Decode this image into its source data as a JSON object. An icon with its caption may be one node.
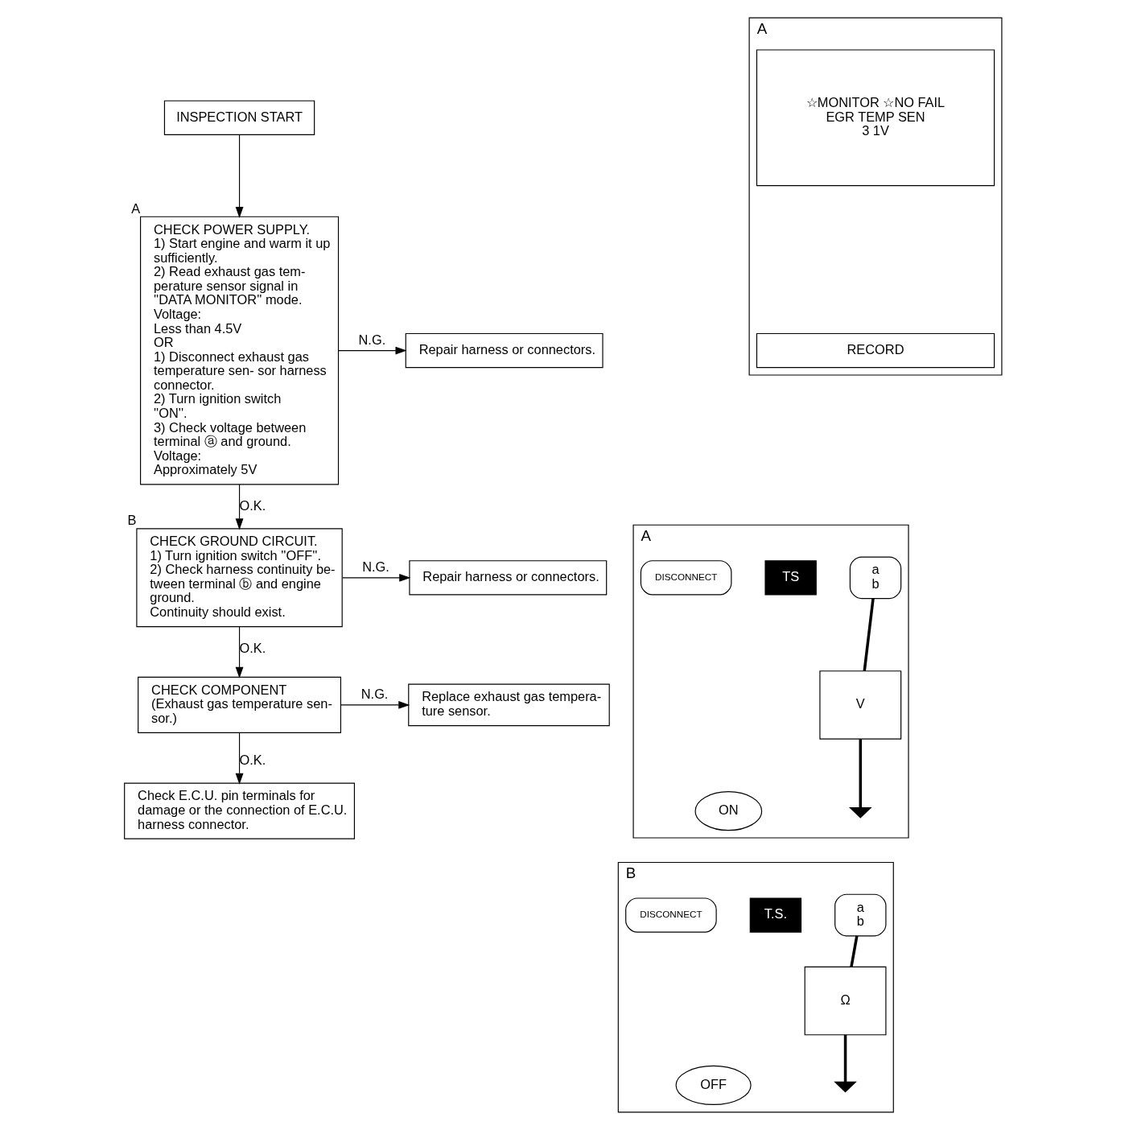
{
  "diagram": {
    "nodes": [
      {
        "text": [
          "INSPECTION START"
        ]
      },
      {
        "text": [
          "CHECK POWER SUPPLY.",
          "1) Start engine and warm it up sufficiently.",
          "2) Read exhaust gas tem- perature sensor signal in ''DATA MONITOR'' mode.",
          "Voltage:",
          "Less than 4.5V",
          "OR",
          "1) Disconnect exhaust gas temperature sen- sor harness connector.",
          "2) Turn ignition switch ''ON''.",
          "3) Check voltage between terminal ⓐ and ground.",
          "Voltage:",
          "Approximately 5V"
        ],
        "beside": [
          "A"
        ]
      },
      {
        "text": [
          "Repair harness or connectors."
        ]
      },
      {
        "text": [
          "CHECK GROUND CIRCUIT.",
          "1) Turn ignition switch ''OFF''.",
          "2) Check harness continuity be- tween terminal ⓑ and engine ground.",
          "Continuity should exist."
        ],
        "beside": [
          "B"
        ]
      },
      {
        "text": [
          "Repair harness or connectors."
        ]
      },
      {
        "text": [
          "CHECK COMPONENT",
          "(Exhaust gas temperature sen- sor.)"
        ]
      },
      {
        "text": [
          "Replace exhaust gas tempera- ture sensor."
        ]
      },
      {
        "text": [
          "Check E.C.U. pin terminals for damage or the connection of E.C.U. harness connector."
        ]
      },
      {
        "text": [
          "A"
        ]
      },
      {
        "text": [
          "☆MONITOR ☆NO FAIL",
          "EGR TEMP SEN",
          "3 1V"
        ],
        "in": 8
      },
      {
        "text": [
          "RECORD"
        ],
        "in": 8
      },
      {
        "text": [
          "A"
        ]
      },
      {
        "text": [
          "a",
          "b"
        ],
        "in": 11
      },
      {
        "text": [
          "TS"
        ],
        "in": 11
      },
      {
        "text": [
          "DISCONNECT"
        ],
        "in": 11
      },
      {
        "text": [
          "V"
        ],
        "in": 11
      },
      {
        "text": [
          "ON"
        ],
        "in": 11
      },
      {
        "text": [],
        "shape": "ground",
        "in": 11
      },
      {
        "text": [
          "B"
        ]
      },
      {
        "text": [
          "a",
          "b"
        ],
        "in": 18
      },
      {
        "text": [
          "T.S."
        ],
        "in": 18
      },
      {
        "text": [
          "DISCONNECT"
        ],
        "in": 18
      },
      {
        "text": [
          "Ω"
        ],
        "in": 18
      },
      {
        "text": [
          "OFF"
        ],
        "in": 18
      },
      {
        "text": [],
        "shape": "ground",
        "in": 18
      }
    ],
    "edges": [
      {
        "from": 0,
        "to": 1,
        "arrow": "to"
      },
      {
        "from": 1,
        "to": 2,
        "arrow": "to",
        "label": "N.G."
      },
      {
        "from": 1,
        "to": 3,
        "arrow": "to",
        "label": "O.K."
      },
      {
        "from": 3,
        "to": 4,
        "arrow": "to",
        "label": "N.G."
      },
      {
        "from": 3,
        "to": 5,
        "arrow": "to",
        "label": "O.K."
      },
      {
        "from": 5,
        "to": 6,
        "arrow": "to",
        "label": "N.G."
      },
      {
        "from": 5,
        "to": 7,
        "arrow": "to",
        "label": "O.K."
      },
      {
        "from": 12,
        "to": 15,
        "arrow": "none",
        "style": "thick"
      },
      {
        "from": 15,
        "to": 17,
        "arrow": "none",
        "style": "thick"
      },
      {
        "from": 19,
        "to": 22,
        "arrow": "none",
        "style": "thick"
      },
      {
        "from": 22,
        "to": 24,
        "arrow": "none",
        "style": "thick"
      }
    ]
  }
}
